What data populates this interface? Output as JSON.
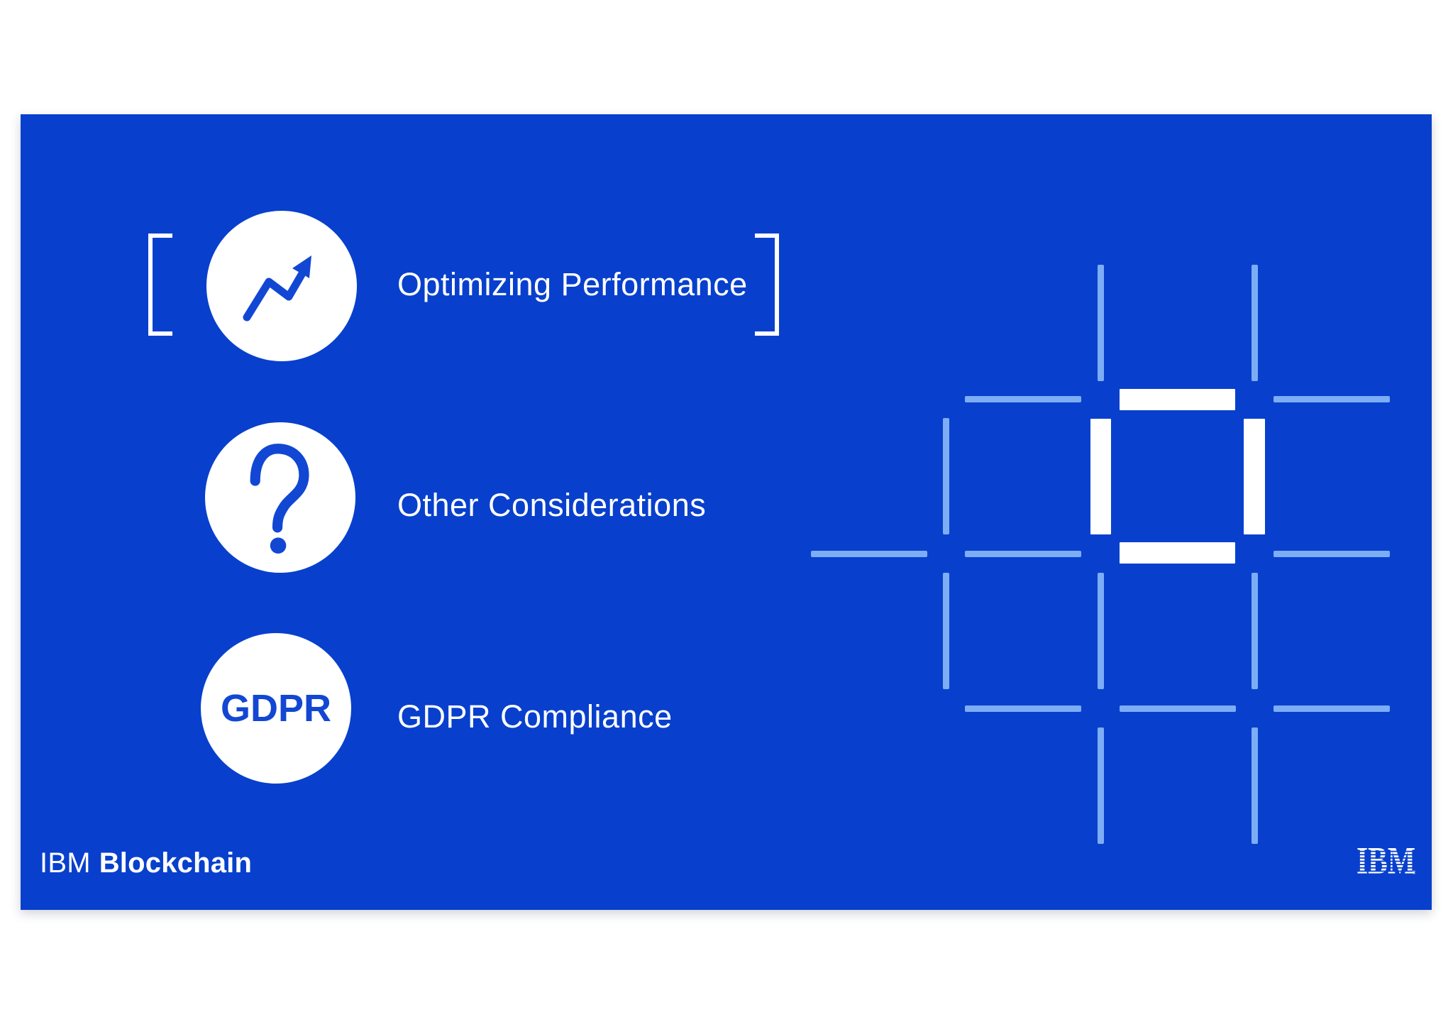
{
  "slide": {
    "rows": [
      {
        "label": "Optimizing Performance",
        "icon": "trend-up",
        "bracketed": true
      },
      {
        "label": "Other Considerations",
        "icon": "question-mark"
      },
      {
        "label": "GDPR Compliance",
        "icon": "gdpr-badge",
        "badge": "GDPR"
      }
    ],
    "footer": {
      "brand_prefix": "IBM",
      "brand_suffix": "Blockchain"
    },
    "logo": {
      "text": "IBM",
      "registered": "®"
    },
    "colors": {
      "slide_bg": "#0840cd",
      "light_dash": "#7dadf5",
      "icon_blue": "#1247d4",
      "text_white": "#ffffff"
    },
    "decor": {
      "segments": [
        [
          1331,
          397,
          164,
          9,
          "light"
        ],
        [
          1766,
          397,
          164,
          9,
          "light"
        ],
        [
          1114,
          615,
          164,
          9,
          "light"
        ],
        [
          1331,
          615,
          164,
          9,
          "light"
        ],
        [
          1766,
          615,
          164,
          9,
          "light"
        ],
        [
          1331,
          833,
          164,
          9,
          "light"
        ],
        [
          1549,
          833,
          164,
          9,
          "light"
        ],
        [
          1766,
          833,
          164,
          9,
          "light"
        ],
        [
          1549,
          387,
          163,
          30,
          "white"
        ],
        [
          1549,
          603,
          163,
          30,
          "white"
        ],
        [
          1518,
          212,
          9,
          164,
          "light"
        ],
        [
          1735,
          212,
          9,
          164,
          "light"
        ],
        [
          1300,
          428,
          9,
          164,
          "light"
        ],
        [
          1300,
          646,
          9,
          164,
          "light"
        ],
        [
          1518,
          646,
          9,
          164,
          "light"
        ],
        [
          1735,
          646,
          9,
          164,
          "light"
        ],
        [
          1518,
          864,
          9,
          164,
          "light"
        ],
        [
          1735,
          864,
          9,
          164,
          "light"
        ],
        [
          1508,
          429,
          29,
          163,
          "white"
        ],
        [
          1724,
          429,
          30,
          163,
          "white"
        ]
      ]
    }
  }
}
